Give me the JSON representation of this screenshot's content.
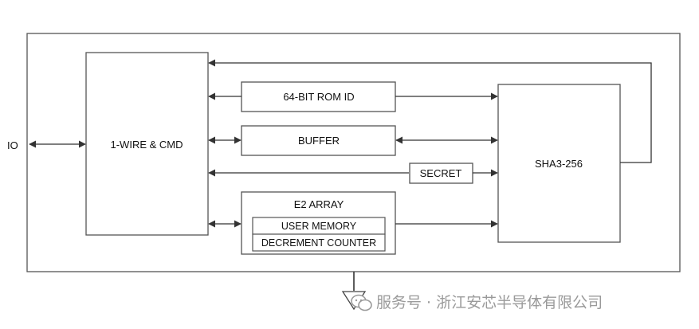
{
  "diagram": {
    "io_label": "IO",
    "blocks": {
      "wire_cmd": "1-WIRE & CMD",
      "rom_id": "64-BIT ROM ID",
      "buffer": "BUFFER",
      "secret": "SECRET",
      "e2_array": "E2 ARRAY",
      "user_memory": "USER MEMORY",
      "decrement_counter": "DECREMENT COUNTER",
      "sha": "SHA3-256"
    }
  },
  "watermark": {
    "text": "服务号 · 浙江安芯半导体有限公司",
    "icon": "wechat-icon"
  },
  "colors": {
    "stroke": "#555555",
    "text": "#111111",
    "watermark": "#9a9a9a"
  }
}
